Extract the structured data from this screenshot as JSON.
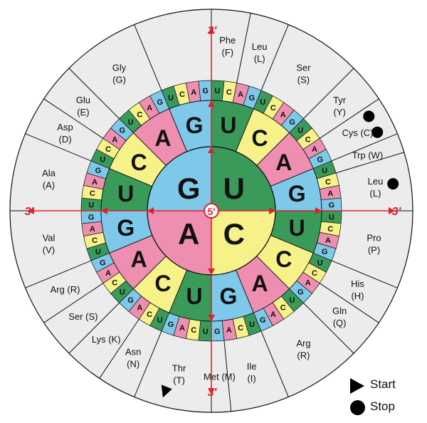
{
  "colors": {
    "U": "#3a9a5a",
    "C": "#f7f18a",
    "A": "#ee8fb2",
    "G": "#7ec8ea",
    "outer": "#ececec",
    "arrow": "#e0202a",
    "text": "#111111"
  },
  "center_label": "5'",
  "edge_labels": {
    "top": "3'",
    "bottom": "3'",
    "left": "3'",
    "right": "3'"
  },
  "ring1": [
    "U",
    "C",
    "A",
    "G"
  ],
  "ring2": [
    "U",
    "C",
    "A",
    "G"
  ],
  "ring3": [
    "U",
    "C",
    "A",
    "G"
  ],
  "amino_acids": [
    {
      "name": "Phe",
      "code": "(F)"
    },
    {
      "name": "Leu",
      "code": "(L)"
    },
    {
      "name": "Ser",
      "code": "(S)"
    },
    {
      "name": "Tyr",
      "code": "(Y)"
    },
    {
      "name": "Cys (C)",
      "code": ""
    },
    {
      "name": "Trp (W)",
      "code": ""
    },
    {
      "name": "Leu",
      "code": "(L)"
    },
    {
      "name": "Pro",
      "code": "(P)"
    },
    {
      "name": "His",
      "code": "(H)"
    },
    {
      "name": "Gln",
      "code": "(Q)"
    },
    {
      "name": "Arg",
      "code": "(R)"
    },
    {
      "name": "Ile",
      "code": "(I)"
    },
    {
      "name": "Met (M)",
      "code": ""
    },
    {
      "name": "Thr",
      "code": "(T)"
    },
    {
      "name": "Asn",
      "code": "(N)"
    },
    {
      "name": "Lys (K)",
      "code": ""
    },
    {
      "name": "Ser (S)",
      "code": ""
    },
    {
      "name": "Arg (R)",
      "code": ""
    },
    {
      "name": "Val",
      "code": "(V)"
    },
    {
      "name": "Ala",
      "code": "(A)"
    },
    {
      "name": "Asp",
      "code": "(D)"
    },
    {
      "name": "Glu",
      "code": "(E)"
    },
    {
      "name": "Gly",
      "code": "(G)"
    }
  ],
  "legend": {
    "start": "Start",
    "stop": "Stop"
  }
}
